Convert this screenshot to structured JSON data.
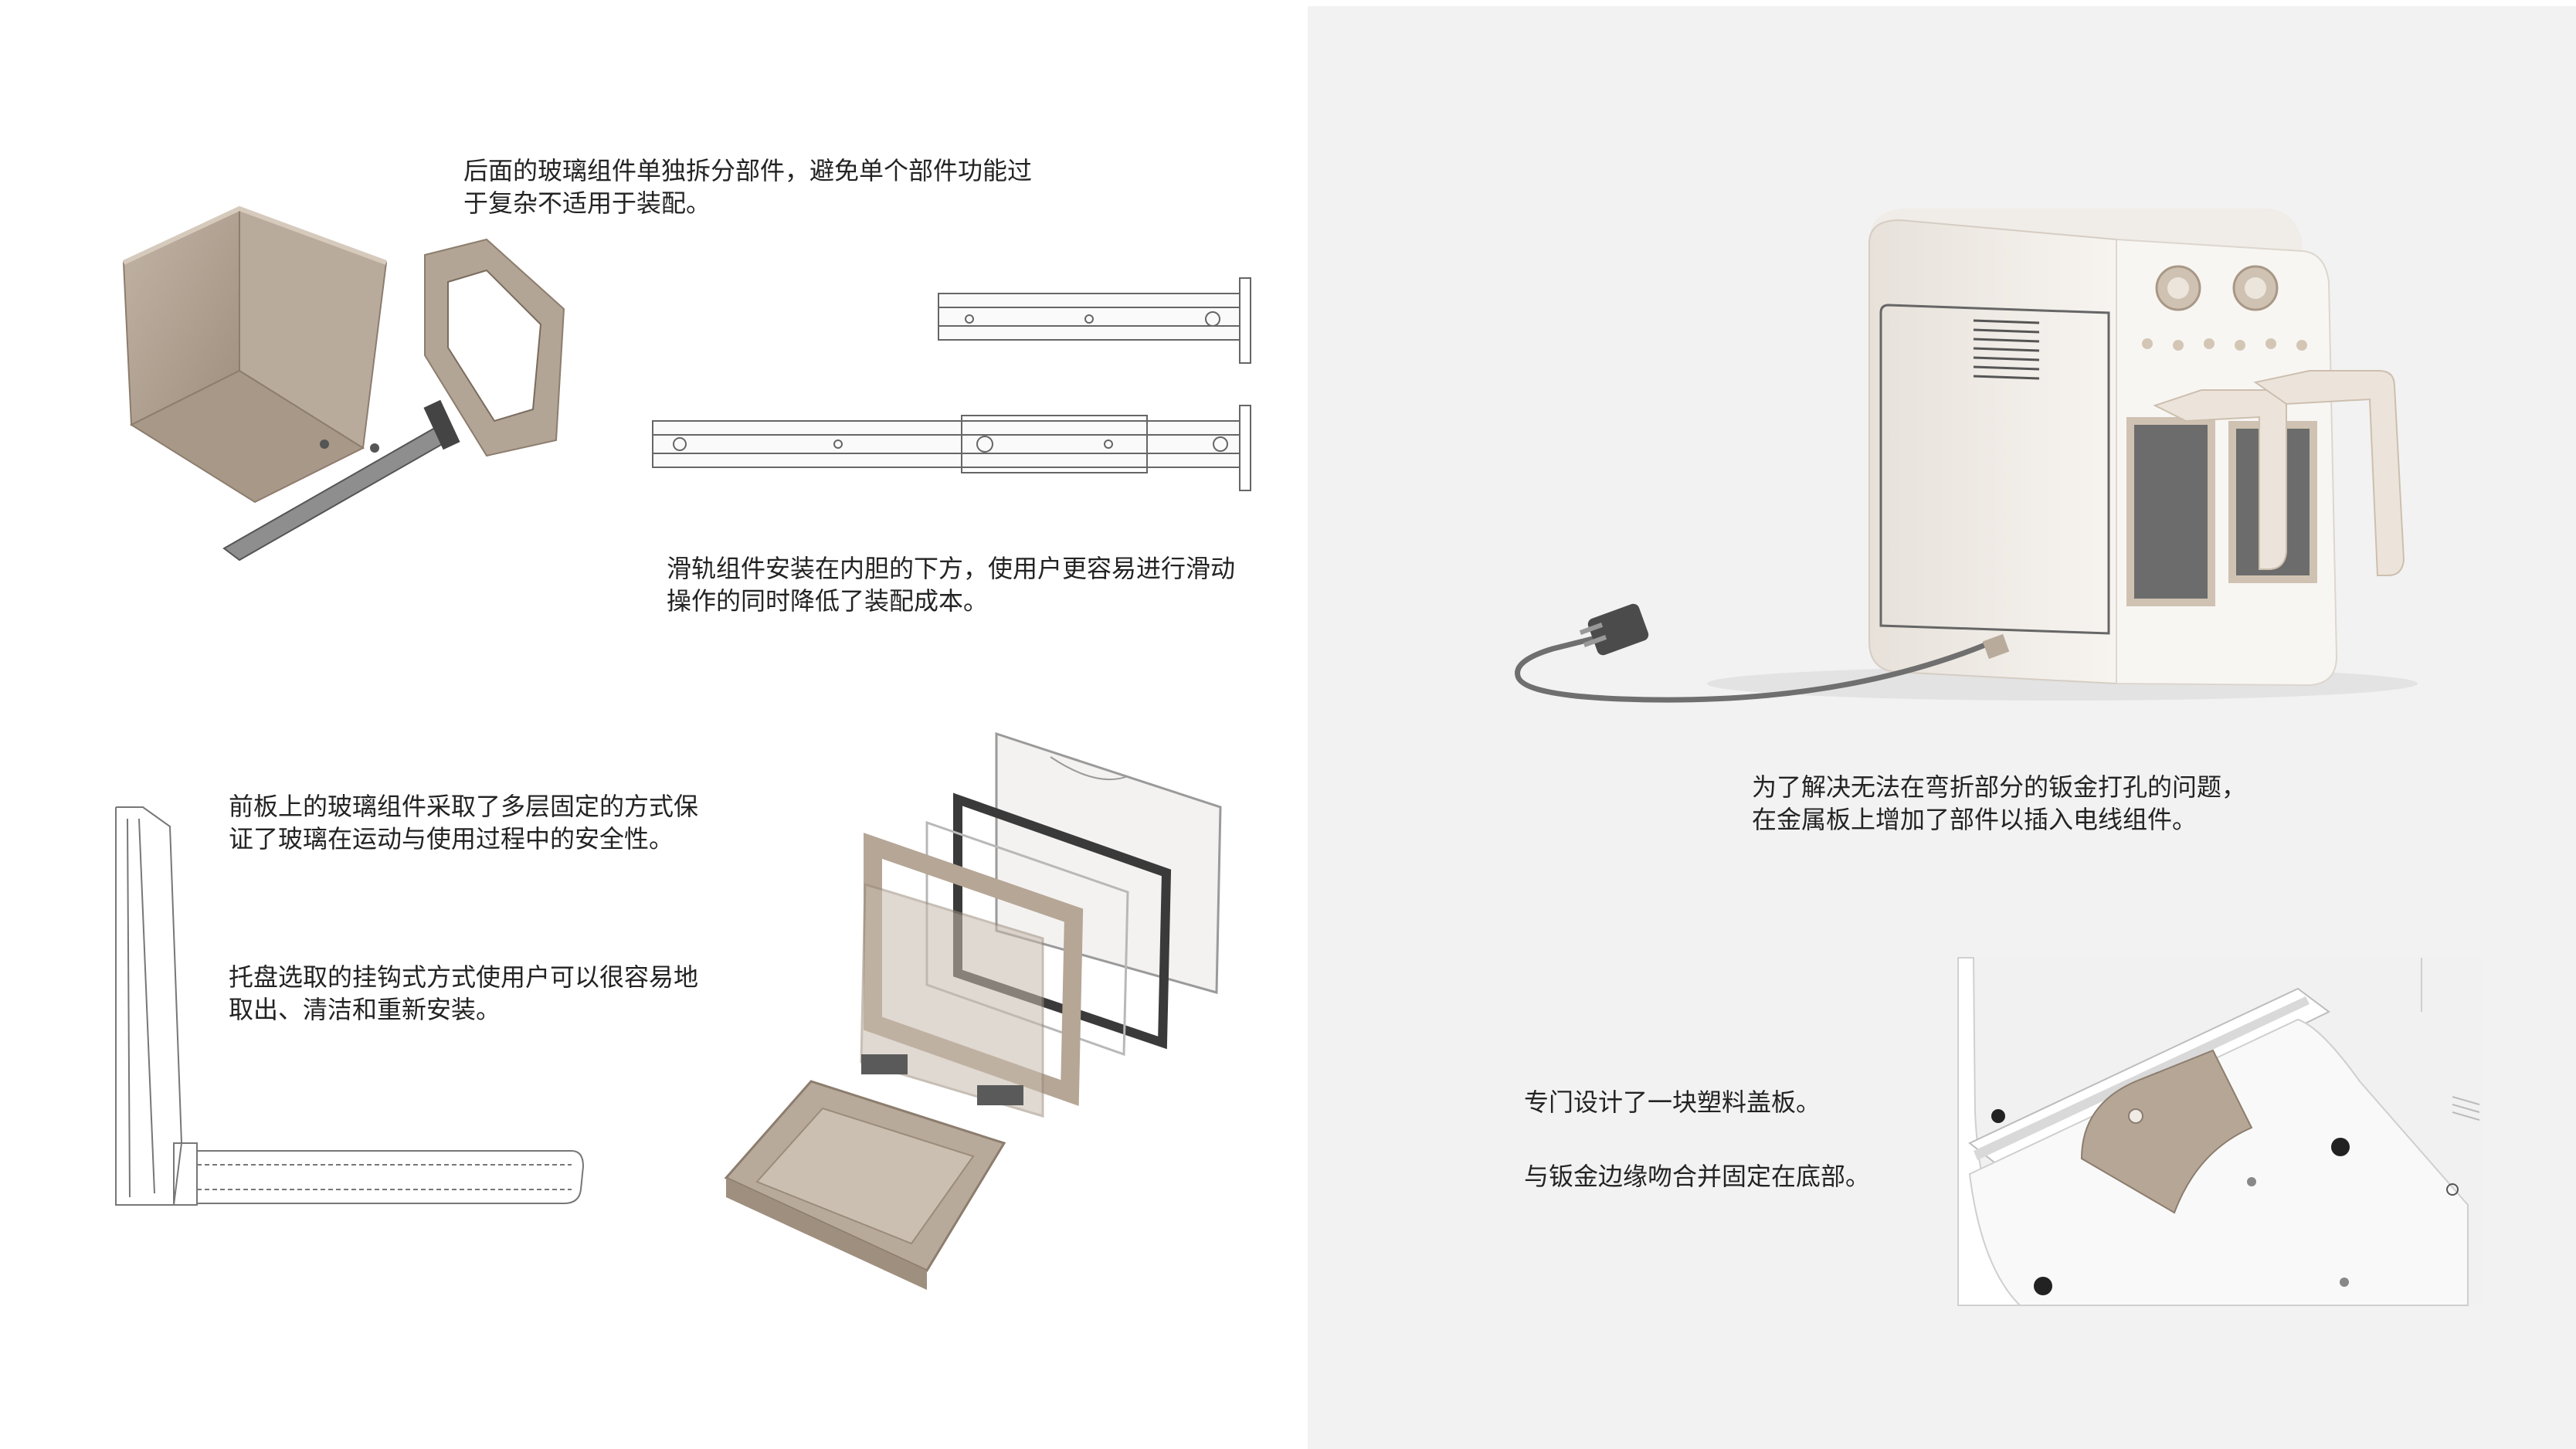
{
  "captions": {
    "glass_assembly": {
      "line1": "后面的玻璃组件单独拆分部件，避免单个部件功能过",
      "line2": "于复杂不适用于装配。"
    },
    "slide_rail": {
      "line1": "滑轨组件安装在内胆的下方，使用户更容易进行滑动",
      "line2": "操作的同时降低了装配成本。"
    },
    "front_panel": {
      "line1": "前板上的玻璃组件采取了多层固定的方式保",
      "line2": "证了玻璃在运动与使用过程中的安全性。"
    },
    "tray": {
      "line1": "托盘选取的挂钩式方式使用户可以很容易地",
      "line2": "取出、清洁和重新安装。"
    },
    "power_cord": {
      "line1": "为了解决无法在弯折部分的钣金打孔的问题，",
      "line2": "在金属板上增加了部件以插入电线组件。"
    },
    "plastic_cover": {
      "line1": "专门设计了一块塑料盖板。",
      "line2": "与钣金边缘吻合并固定在底部。"
    }
  },
  "colors": {
    "part_beige": "#b5a696",
    "product_body": "#ebe5de",
    "right_background": "#f2f2f2"
  }
}
